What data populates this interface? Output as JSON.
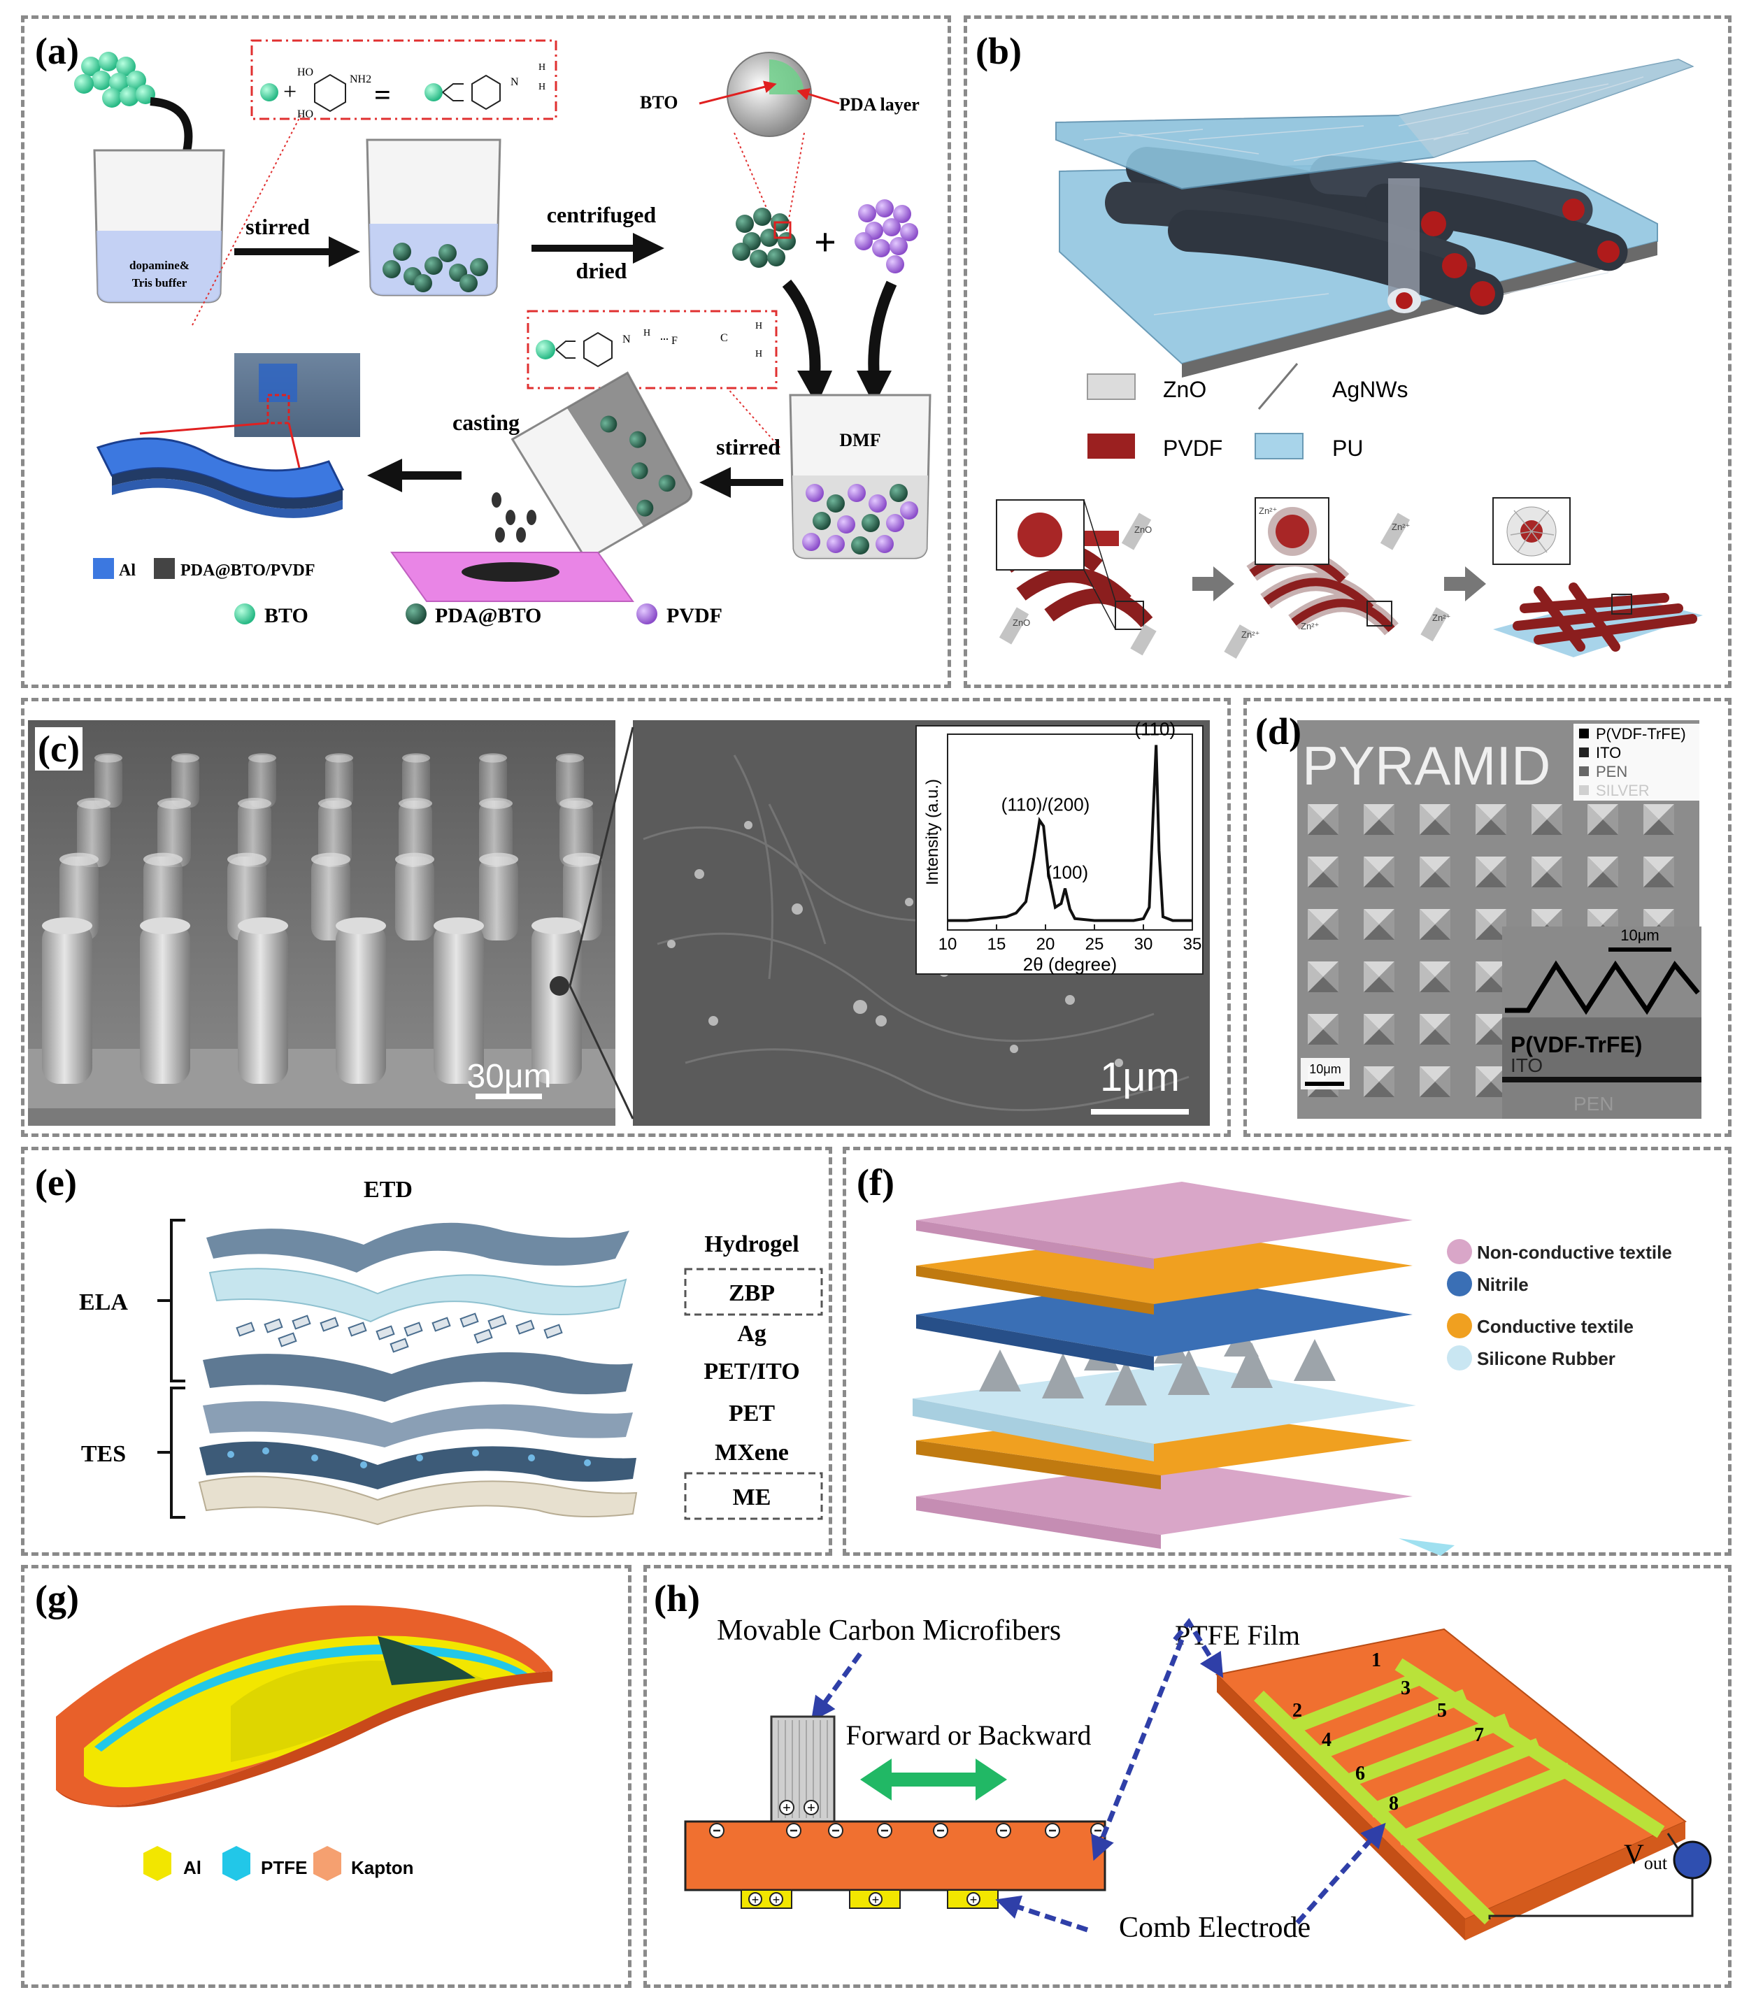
{
  "figure": {
    "panels": [
      {
        "id": "a",
        "label": "(a)"
      },
      {
        "id": "b",
        "label": "(b)"
      },
      {
        "id": "c",
        "label": "(c)"
      },
      {
        "id": "d",
        "label": "(d)"
      },
      {
        "id": "e",
        "label": "(e)"
      },
      {
        "id": "f",
        "label": "(f)"
      },
      {
        "id": "g",
        "label": "(g)"
      },
      {
        "id": "h",
        "label": "(h)"
      }
    ]
  },
  "panel_a": {
    "beaker1_text": [
      "dopamine&",
      "Tris buffer"
    ],
    "step1": "stirred",
    "step2": [
      "centrifuged",
      "dried"
    ],
    "bto": "BTO",
    "pda_layer": "PDA layer",
    "dmf": "DMF",
    "stirred2": "stirred",
    "casting": "casting",
    "plus": "+",
    "legend_top": [
      {
        "label": "Al",
        "color": "#3c78e0"
      },
      {
        "label": "PDA@BTO/PVDF",
        "color": "#444444"
      }
    ],
    "legend_bottom": [
      {
        "label": "BTO",
        "color": "#3fd9a0"
      },
      {
        "label": "PDA@BTO",
        "color": "#2f6b55"
      },
      {
        "label": "PVDF",
        "color": "#a46bdc"
      }
    ],
    "chem1": [
      "HO",
      "HO",
      "NH2",
      "N",
      "H",
      "H"
    ],
    "chem2": [
      "N",
      "H",
      "F",
      "C",
      "H",
      "H"
    ]
  },
  "panel_b": {
    "legend": [
      {
        "label": "ZnO",
        "kind": "box",
        "color": "#d8d8d8"
      },
      {
        "label": "AgNWs",
        "kind": "line",
        "color": "#777777"
      },
      {
        "label": "PVDF",
        "kind": "box",
        "color": "#9b2020"
      },
      {
        "label": "PU",
        "kind": "box",
        "color": "#a8d4ea"
      }
    ],
    "small_labels": [
      "ZnO",
      "ZnO",
      "Zn²⁺",
      "Zn²⁺",
      "Zn²⁺",
      "Zn²⁺",
      "Zn²⁺"
    ]
  },
  "panel_c": {
    "scale_left": "30μm",
    "scale_right": "1μm",
    "inset": {
      "ylabel": "Intensity (a.u.)",
      "xlabel": "2θ (degree)",
      "peak_labels": [
        "(110)/(200)",
        "(100)",
        "(110)"
      ]
    }
  },
  "chart_data": {
    "type": "line",
    "title": "",
    "xlabel": "2θ (degree)",
    "ylabel": "Intensity (a.u.)",
    "xlim": [
      10,
      35
    ],
    "x_ticks": [
      10,
      15,
      20,
      25,
      30,
      35
    ],
    "series": [
      {
        "x": [
          10,
          12,
          14,
          16,
          17,
          18,
          18.8,
          19.4,
          19.8,
          20.3,
          21,
          21.6,
          22,
          22.5,
          23,
          25,
          27,
          29,
          30,
          30.6,
          31.0,
          31.3,
          31.6,
          32,
          33,
          35
        ],
        "y": [
          0.05,
          0.05,
          0.06,
          0.07,
          0.09,
          0.15,
          0.38,
          0.58,
          0.55,
          0.3,
          0.12,
          0.14,
          0.22,
          0.11,
          0.06,
          0.05,
          0.05,
          0.05,
          0.06,
          0.12,
          0.62,
          0.98,
          0.42,
          0.07,
          0.05,
          0.05
        ]
      }
    ],
    "annotations": [
      {
        "text": "(110)/(200)",
        "x": 20.0
      },
      {
        "text": "(100)",
        "x": 22.2
      },
      {
        "text": "(110)",
        "x": 31.2
      }
    ]
  },
  "panel_d": {
    "title": "PYRAMID",
    "legend": [
      {
        "label": "P(VDF-TrFE)",
        "color": "#000000"
      },
      {
        "label": "ITO",
        "color": "#222222"
      },
      {
        "label": "PEN",
        "color": "#666666"
      },
      {
        "label": "SILVER",
        "color": "#d0d0d0"
      }
    ],
    "scale_main": "10μm",
    "scale_inset": "10μm",
    "inset_labels": [
      "P(VDF-TrFE)",
      "ITO",
      "PEN"
    ]
  },
  "panel_e": {
    "top": "ETD",
    "groups": [
      "ELA",
      "TES"
    ],
    "layers": [
      "Hydrogel",
      "ZBP",
      "Ag",
      "PET/ITO",
      "PET",
      "MXene",
      "ME"
    ],
    "boxed": [
      "ZBP",
      "ME"
    ]
  },
  "panel_f": {
    "legend": [
      {
        "label": "Non-conductive textile",
        "color": "#d9a6c8"
      },
      {
        "label": "Nitrile",
        "color": "#3a6fb5"
      },
      {
        "label": "Conductive textile",
        "color": "#f0a020"
      },
      {
        "label": "Silicone Rubber",
        "color": "#c9e6f2"
      }
    ]
  },
  "panel_g": {
    "legend": [
      {
        "label": "Al",
        "color": "#f2e600"
      },
      {
        "label": "PTFE",
        "color": "#22c7e8"
      },
      {
        "label": "Kapton",
        "color": "#f5a070"
      }
    ]
  },
  "panel_h": {
    "carbon": "Movable Carbon Microfibers",
    "motion": "Forward or Backward",
    "ptfe": "PTFE Film",
    "comb": "Comb Electrode",
    "vout": "V",
    "vout_sub": "out",
    "electrode_numbers": [
      "1",
      "2",
      "3",
      "4",
      "5",
      "6",
      "7",
      "8"
    ]
  }
}
